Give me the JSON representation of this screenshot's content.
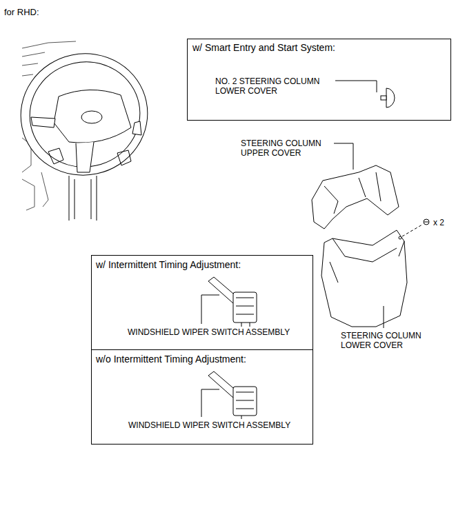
{
  "diagram": {
    "nodes": [
      {
        "text": [
          "w/ Smart Entry and Start System:",
          "NO. 2 STEERING COLUMN LOWER COVER"
        ]
      },
      {
        "text": [
          "w/ Intermittent Timing Adjustment:",
          "WINDSHIELD WIPER SWITCH ASSEMBLY"
        ]
      },
      {
        "text": [
          "w/o Intermittent Timing Adjustment:",
          "WINDSHIELD WIPER SWITCH ASSEMBLY"
        ]
      }
    ],
    "labels": [
      "for RHD:",
      "STEERING COLUMN UPPER COVER",
      "x 2",
      "STEERING COLUMN LOWER COVER"
    ]
  }
}
